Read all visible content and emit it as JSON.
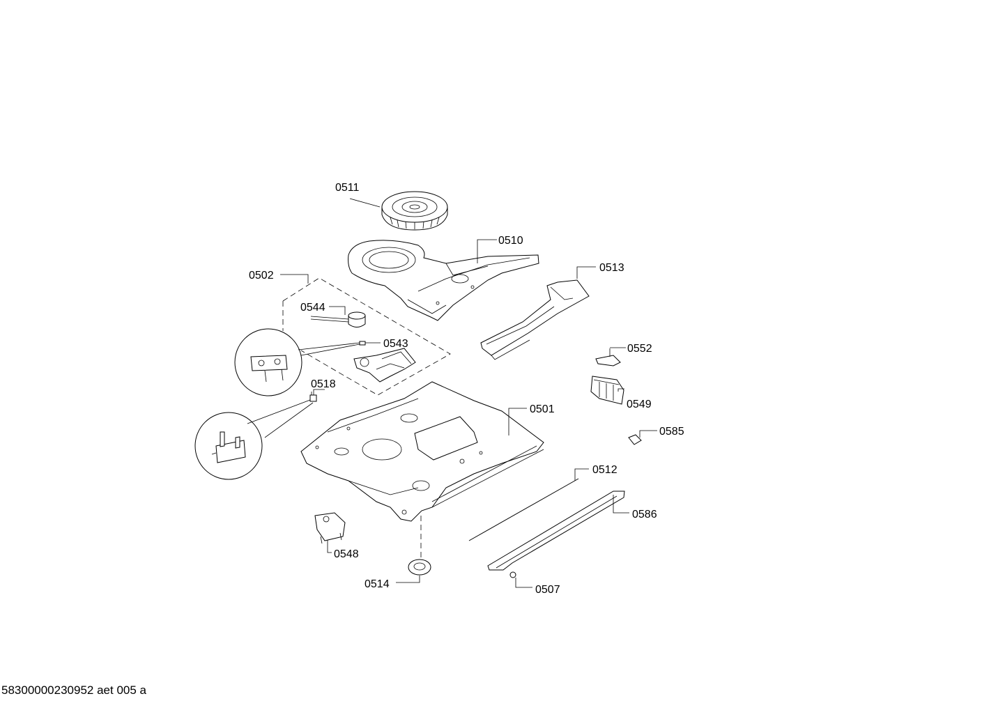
{
  "diagram": {
    "labels": {
      "p0511": "0511",
      "p0510": "0510",
      "p0513": "0513",
      "p0502": "0502",
      "p0544": "0544",
      "p0543": "0543",
      "p0552": "0552",
      "p0549": "0549",
      "p0518": "0518",
      "p0501": "0501",
      "p0585": "0585",
      "p0512": "0512",
      "p0586": "0586",
      "p0548": "0548",
      "p0514": "0514",
      "p0507": "0507"
    }
  },
  "footer": {
    "drawing_id": "58300000230952 aet 005 a"
  }
}
